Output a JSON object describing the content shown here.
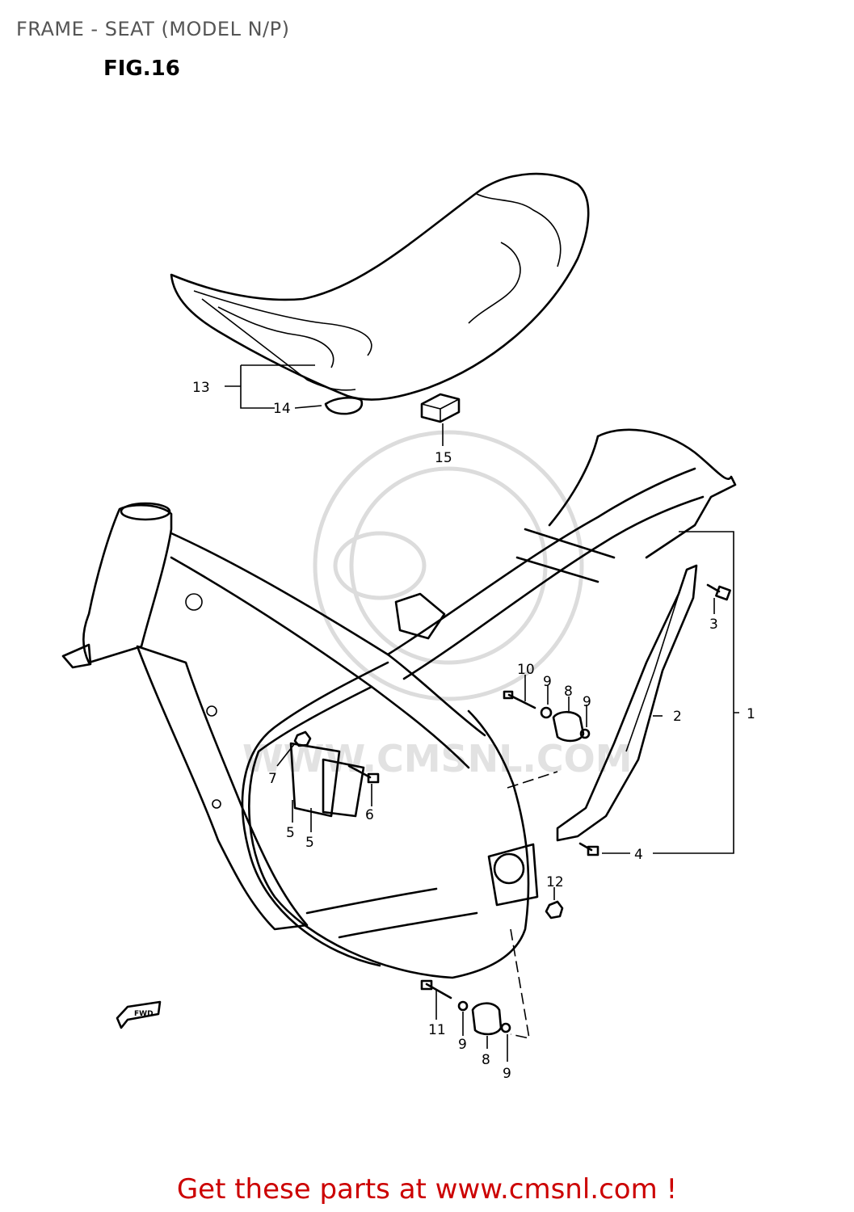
{
  "title": "FRAME - SEAT (MODEL N/P)",
  "figure_label": "FIG.16",
  "watermark_text": "WWW.CMSNL.COM",
  "fwd_label": "FWD",
  "callouts": {
    "c1": "1",
    "c2": "2",
    "c3": "3",
    "c4": "4",
    "c5a": "5",
    "c5b": "5",
    "c6": "6",
    "c7": "7",
    "c8a": "8",
    "c8b": "8",
    "c9a": "9",
    "c9b": "9",
    "c9c": "9",
    "c9d": "9",
    "c10": "10",
    "c11": "11",
    "c12": "12",
    "c13": "13",
    "c14": "14",
    "c15": "15"
  },
  "footer": "Get these parts at www.cmsnl.com !",
  "colors": {
    "footer": "#cc0000",
    "title": "#555555",
    "watermark": "#dcdcdc"
  }
}
